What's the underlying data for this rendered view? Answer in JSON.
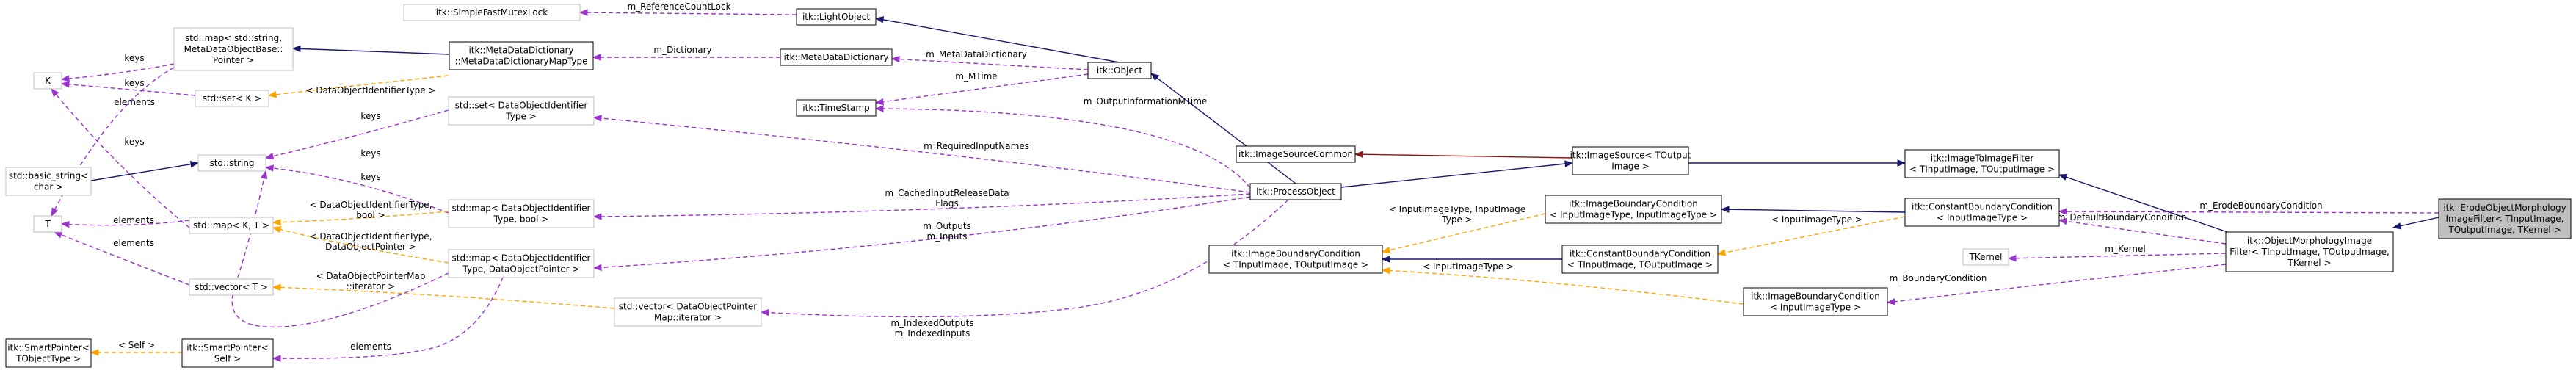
{
  "nodes": {
    "fastMutex": "itk::SimpleFastMutexLock",
    "lightObject": "itk::LightObject",
    "stdMap1": [
      "std::map< std::string,",
      "MetaDataObjectBase::",
      "Pointer >"
    ],
    "metaDictMap": [
      "itk::MetaDataDictionary",
      "::MetaDataDictionaryMapType"
    ],
    "metaDict": "itk::MetaDataDictionary",
    "itkObject": "itk::Object",
    "K": "K",
    "stdSetK": "std::set< K >",
    "timeStamp": "itk::TimeStamp",
    "stdSetDOI": [
      "std::set< DataObjectIdentifier",
      "Type >"
    ],
    "basicString": [
      "std::basic_string<",
      "char >"
    ],
    "stdString": "std::string",
    "imageSourceCommon": "itk::ImageSourceCommon",
    "imageSource": [
      "itk::ImageSource< TOutput",
      "Image >"
    ],
    "imageToImageFilter": [
      "itk::ImageToImageFilter",
      "< TInputImage, TOutputImage >"
    ],
    "processObject": "itk::ProcessObject",
    "stdMapDOIBool": [
      "std::map< DataObjectIdentifier",
      "Type, bool >"
    ],
    "T": "T",
    "stdMapKT": "std::map< K, T >",
    "ibcInIn": [
      "itk::ImageBoundaryCondition",
      "< InputImageType, InputImageType >"
    ],
    "cbcInputImage": [
      "itk::ConstantBoundaryCondition",
      "< InputImageType >"
    ],
    "erode": [
      "itk::ErodeObjectMorphology",
      "ImageFilter< TInputImage,",
      "TOutputImage, TKernel >"
    ],
    "stdMapDOIPtr": [
      "std::map< DataObjectIdentifier",
      "Type, DataObjectPointer >"
    ],
    "tKernel": "TKernel",
    "morphFilter": [
      "itk::ObjectMorphologyImage",
      "Filter< TInputImage, TOutputImage,",
      "TKernel >"
    ],
    "ibcInOut": [
      "itk::ImageBoundaryCondition",
      "< TInputImage, TOutputImage >"
    ],
    "cbcInOut": [
      "itk::ConstantBoundaryCondition",
      "< TInputImage, TOutputImage >"
    ],
    "stdVectorT": "std::vector< T >",
    "stdVectorDOPtr": [
      "std::vector< DataObjectPointer",
      "Map::iterator >"
    ],
    "ibcInputImage": [
      "itk::ImageBoundaryCondition",
      "< InputImageType >"
    ],
    "smartPtrTObj": [
      "itk::SmartPointer<",
      "TObjectType >"
    ],
    "smartPtrSelf": [
      "itk::SmartPointer<",
      "Self >"
    ]
  },
  "edges": {
    "refCountLock": "m_ReferenceCountLock",
    "dictionary": "m_Dictionary",
    "metaDataDictionary": "m_MetaDataDictionary",
    "mTime": "m_MTime",
    "outputInfoMTime": "m_OutputInformationMTime",
    "requiredInputNames": "m_RequiredInputNames",
    "cachedFlags": [
      "m_CachedInputReleaseData",
      "Flags"
    ],
    "outputsInputs": [
      "m_Outputs",
      "m_Inputs"
    ],
    "indexed": [
      "m_IndexedOutputs",
      "m_IndexedInputs"
    ],
    "erodeBoundary": "m_ErodeBoundaryCondition",
    "defaultBoundary": "m_DefaultBoundaryCondition",
    "kernel": "m_Kernel",
    "boundary": "m_BoundaryCondition",
    "keys": "keys",
    "elements": "elements",
    "tplDOIType": "< DataObjectIdentifierType >",
    "tplDOIBool": [
      "< DataObjectIdentifierType,",
      "bool >"
    ],
    "tplDOIPtr": [
      "< DataObjectIdentifierType,",
      "DataObjectPointer >"
    ],
    "tplDOPtrMap": [
      "< DataObjectPointerMap",
      "::iterator >"
    ],
    "tplInIn": [
      "< InputImageType, InputImage",
      "Type >"
    ],
    "tplInputImageType": "< InputImageType >",
    "tplSelf": "< Self >"
  },
  "colors": {
    "inheritance": "#191970",
    "usage": "#9a32cd",
    "template": "#ffa500",
    "protected": "#8b1a1a",
    "nodeBorder": "#000000",
    "nodeBorderGray": "#bfbfbf",
    "highlightFill": "#bfbfbf"
  }
}
